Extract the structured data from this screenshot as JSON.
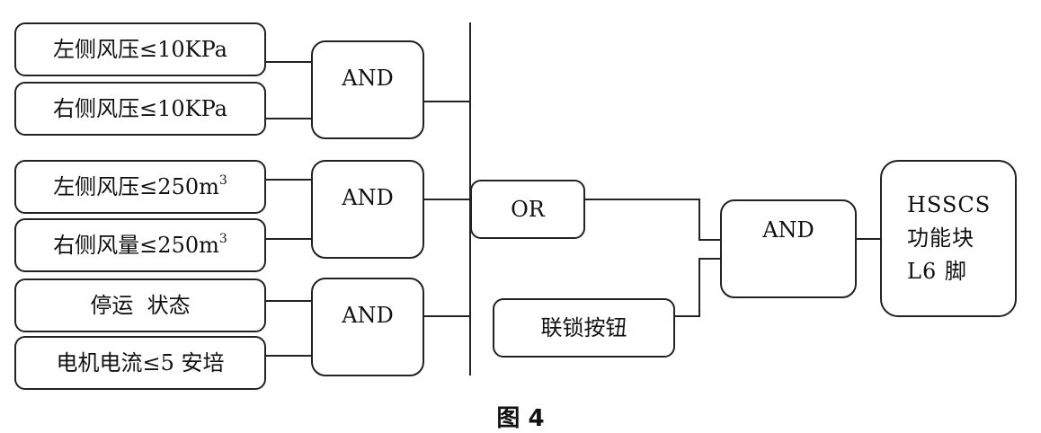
{
  "conditions": [
    {
      "text": "左侧风压≤10KPa"
    },
    {
      "text": "右侧风压≤10KPa"
    },
    {
      "text": "左侧风压≤250m",
      "sup": "3"
    },
    {
      "text": "右侧风量≤250m",
      "sup": "3"
    },
    {
      "text": "停运  状态"
    },
    {
      "text": "电机电流≤5 安培"
    }
  ],
  "gates": {
    "and1": "AND",
    "and2": "AND",
    "and3": "AND",
    "or": "OR",
    "and_final": "AND"
  },
  "interlock_button": "联锁按钮",
  "function_block": {
    "line1": "HSSCS",
    "line2": "功能块",
    "line3": "L6 脚"
  },
  "caption": "图 4"
}
